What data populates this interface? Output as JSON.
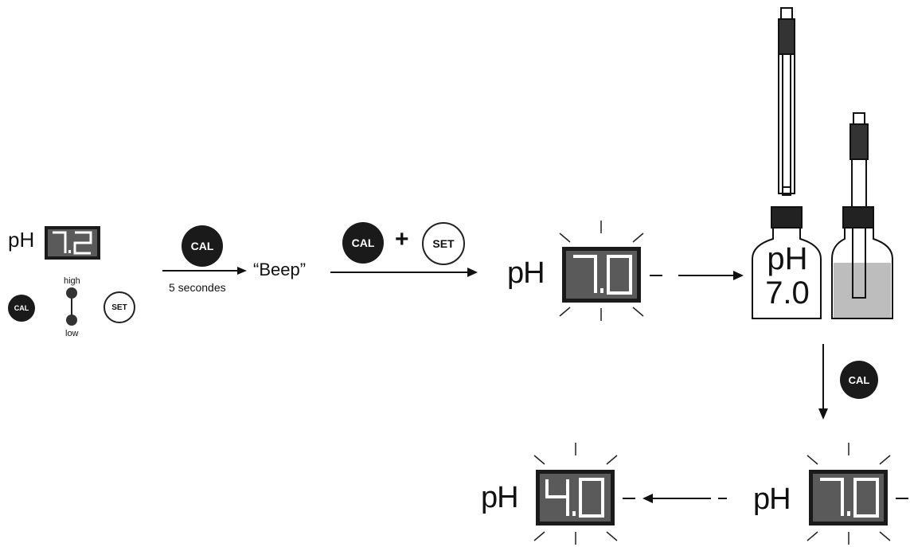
{
  "step1": {
    "ph_label": "pH",
    "display_value": "7.2",
    "cal_button": "CAL",
    "set_button": "SET",
    "led_high_label": "high",
    "led_low_label": "low"
  },
  "step2": {
    "cal_button": "CAL",
    "duration_label": "5 secondes",
    "beep_label": "“Beep”"
  },
  "step3": {
    "cal_button": "CAL",
    "plus_label": "+",
    "set_button": "SET"
  },
  "step4": {
    "ph_label": "pH",
    "display_value": "7.0",
    "blinking": true
  },
  "step5": {
    "bottle_ph_label": "pH",
    "bottle_value_label": "7.0",
    "cal_button": "CAL"
  },
  "step6": {
    "ph_label": "pH",
    "display_value": "7.0",
    "blinking": true
  },
  "step7": {
    "ph_label": "pH",
    "display_value": "4.0",
    "blinking": true
  },
  "colors": {
    "display_bg": "#555555",
    "display_frame": "#1a1a1a",
    "button_dark": "#1a1a1a",
    "buffer_liquid": "#bdbdbd"
  }
}
